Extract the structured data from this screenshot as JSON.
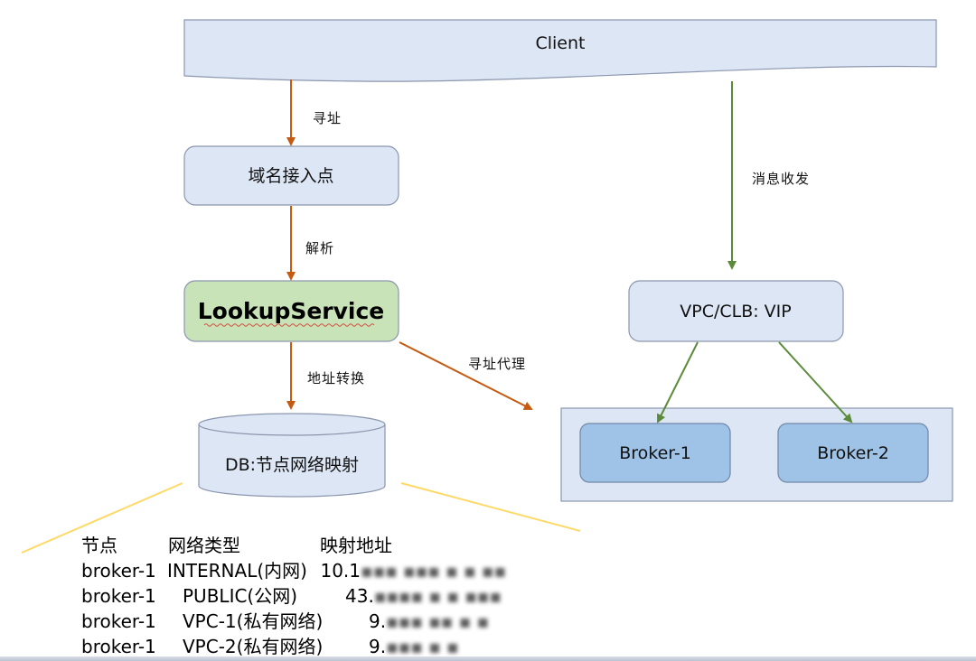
{
  "nodes": {
    "client": "Client",
    "domain_entry": "域名接入点",
    "lookup_service": "LookupService",
    "db": "DB:节点网络映射",
    "vip": "VPC/CLB: VIP",
    "broker1": "Broker-1",
    "broker2": "Broker-2"
  },
  "edges": {
    "addressing": "寻址",
    "resolve": "解析",
    "address_translate": "地址转换",
    "addressing_proxy": "寻址代理",
    "message_send_receive": "消息收发"
  },
  "table": {
    "headers": [
      "节点",
      "网络类型",
      "映射地址"
    ],
    "rows": [
      {
        "node": "broker-1",
        "type": "INTERNAL(内网)",
        "addr": "10.1"
      },
      {
        "node": "broker-1",
        "type": "PUBLIC(公网)",
        "addr": "43."
      },
      {
        "node": "broker-1",
        "type": "VPC-1(私有网络)",
        "addr": "9."
      },
      {
        "node": "broker-1",
        "type": "VPC-2(私有网络)",
        "addr": "9."
      }
    ]
  },
  "colors": {
    "box_fill": "#dde6f5",
    "box_stroke": "#8a96ad",
    "lookup_fill": "#c9e3b8",
    "broker_fill": "#9fc3e6",
    "orange_arrow": "#c55a11",
    "green_arrow": "#5a8a3a",
    "yellow_line": "#ffd966"
  }
}
